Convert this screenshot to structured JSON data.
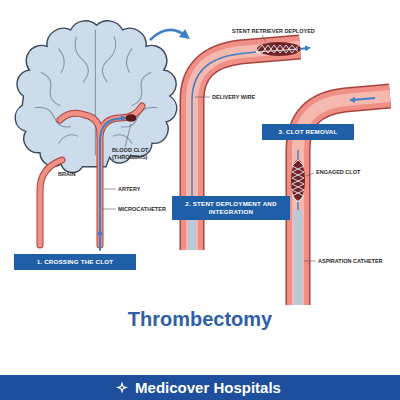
{
  "diagram": {
    "title": "Thrombectomy",
    "nodes": [
      {
        "text": [
          "1. CROSSING THE CLOT"
        ]
      },
      {
        "text": [
          "2. STENT DEPLOYMENT AND INTEGRATION"
        ]
      },
      {
        "text": [
          "3. CLOT REMOVAL"
        ]
      },
      {
        "text": [
          "Medicover Hospitals"
        ]
      }
    ],
    "labels": [
      "BRAIN",
      "BLOOD CLOT (THROMBUS)",
      "ARTERY",
      "MICROCATHETER",
      "STENT RETRIEVER DEPLOYED",
      "DELIVERY WIRE",
      "ENGAGED CLOT",
      "ASPIRATION CATHETER"
    ]
  }
}
